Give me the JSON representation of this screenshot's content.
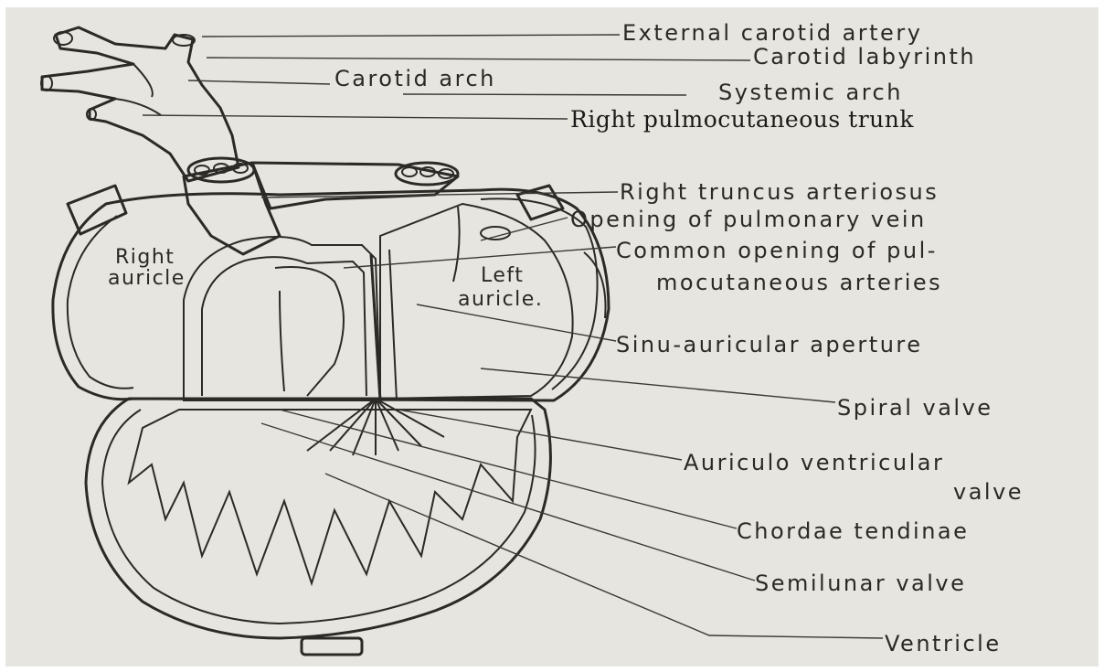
{
  "labels": {
    "external_carotid_artery": "External carotid artery",
    "carotid_labyrinth": "Carotid labyrinth",
    "carotid_arch": "Carotid arch",
    "systemic_arch": "Systemic arch",
    "right_pulmocutaneous_trunk": "Right pulmocutaneous trunk",
    "right_truncus_arteriosus": "Right truncus arteriosus",
    "opening_of_pulmonary_vein": "Opening of pulmonary vein",
    "common_opening_line1": "Common opening of pul-",
    "common_opening_line2": "mocutaneous arteries",
    "sinu_auricular_aperture": "Sinu-auricular aperture",
    "spiral_valve": "Spiral valve",
    "auriculo_ventricular_line1": "Auriculo ventricular",
    "auriculo_ventricular_line2": "valve",
    "chordae_tendinae": "Chordae tendinae",
    "semilunar_valve": "Semilunar valve",
    "ventricle": "Ventricle"
  },
  "inner_labels": {
    "right_auricle_line1": "Right",
    "right_auricle_line2": "auricle",
    "left_auricle_line1": "Left",
    "left_auricle_line2": "auricle."
  }
}
